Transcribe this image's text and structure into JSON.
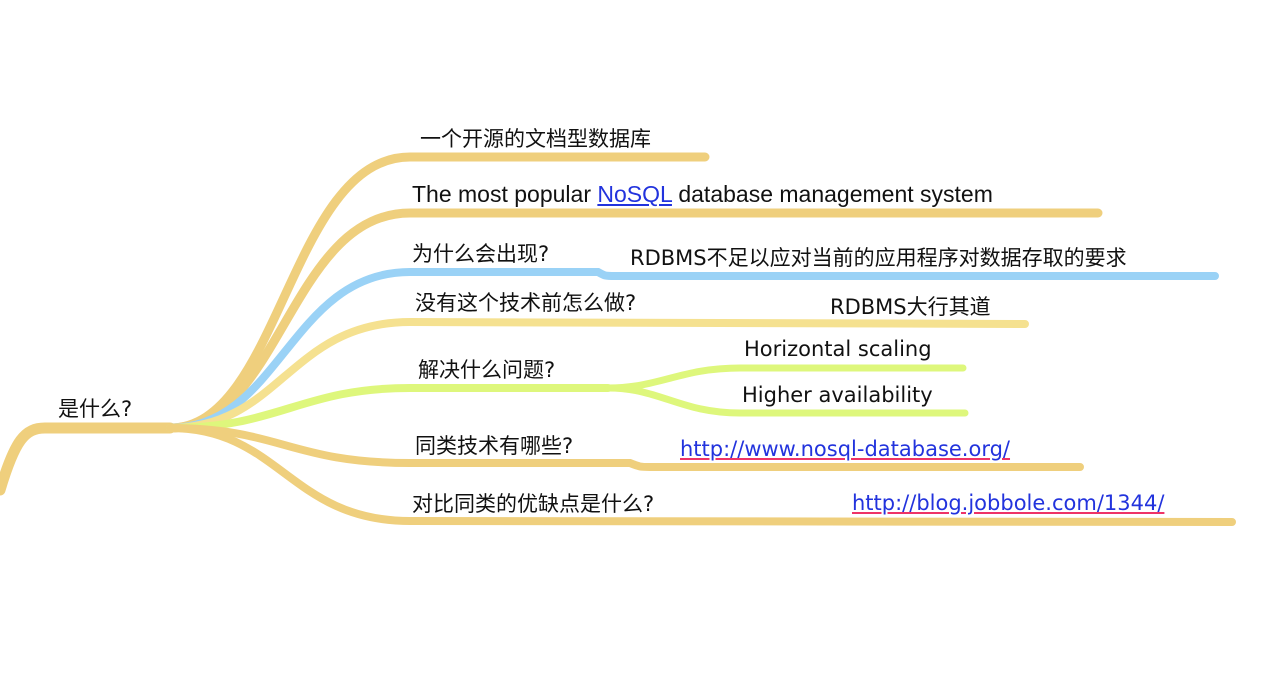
{
  "colors": {
    "orange": "#efcf7d",
    "blue": "#9ad2f6",
    "yellow": "#f5e190",
    "green": "#def77c",
    "link": "#2233dd"
  },
  "root": {
    "label": "是什么?"
  },
  "branches": [
    {
      "label": "一个开源的文档型数据库"
    },
    {
      "label_prefix": "The most popular ",
      "label_link": "NoSQL",
      "label_suffix": " database management system"
    },
    {
      "label": "为什么会出现?",
      "children": [
        "RDBMS不足以应对当前的应用程序对数据存取的要求"
      ]
    },
    {
      "label": "没有这个技术前怎么做?",
      "children": [
        "RDBMS大行其道"
      ]
    },
    {
      "label": "解决什么问题?",
      "children": [
        "Horizontal scaling",
        "Higher availability"
      ]
    },
    {
      "label": "同类技术有哪些?",
      "children": [
        "http://www.nosql-database.org/"
      ]
    },
    {
      "label": "对比同类的优缺点是什么?",
      "children": [
        "http://blog.jobbole.com/1344/"
      ]
    }
  ]
}
